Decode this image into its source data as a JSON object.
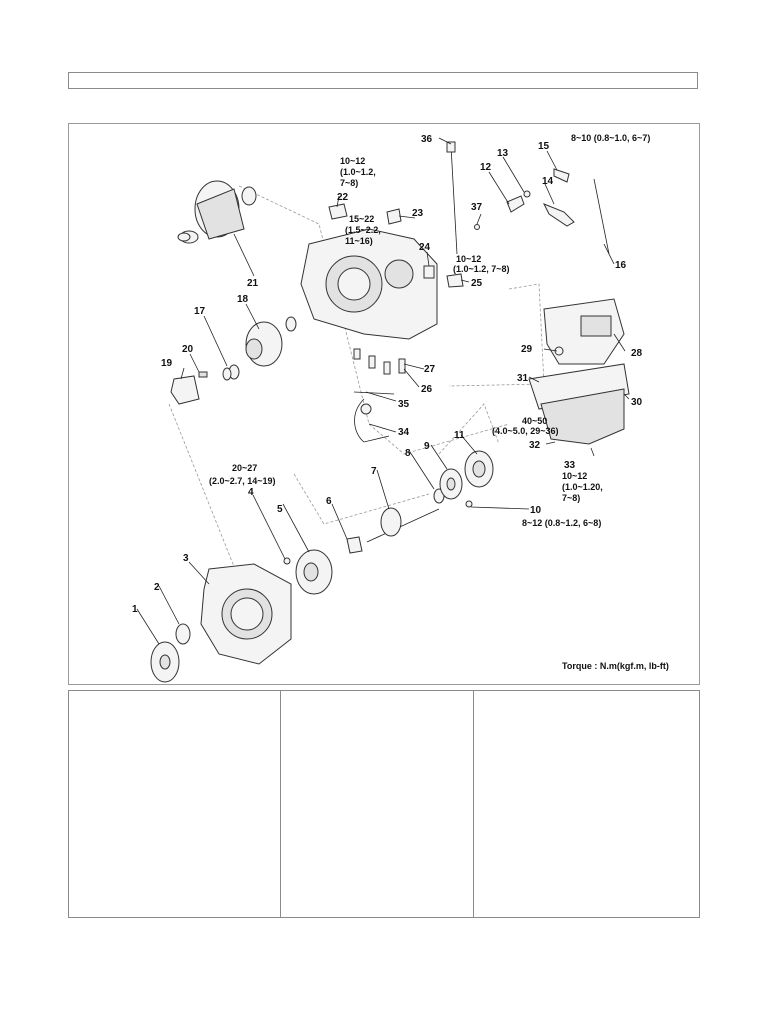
{
  "diagram": {
    "callouts": [
      "1",
      "2",
      "3",
      "4",
      "5",
      "6",
      "7",
      "8",
      "9",
      "10",
      "11",
      "12",
      "13",
      "14",
      "15",
      "16",
      "17",
      "18",
      "19",
      "20",
      "21",
      "22",
      "23",
      "24",
      "25",
      "26",
      "27",
      "28",
      "29",
      "30",
      "31",
      "32",
      "33",
      "34",
      "35",
      "36",
      "37"
    ],
    "torque_specs": {
      "t15": "8~10 (0.8~1.0, 6~7)",
      "t22a": "10~12",
      "t22b": "(1.0~1.2,",
      "t22c": "7~8)",
      "t23a": "15~22",
      "t23b": "(1.5~2.2,",
      "t23c": "11~16)",
      "t25a": "10~12",
      "t25b": "(1.0~1.2, 7~8)",
      "t30a": "40~50",
      "t30b": "(4.0~5.0, 29~36)",
      "t33a": "10~12",
      "t33b": "(1.0~1.20,",
      "t33c": "7~8)",
      "t4a": "20~27",
      "t4b": "(2.0~2.7, 14~19)",
      "t10": "8~12 (0.8~1.2, 6~8)"
    },
    "torque_note": "Torque : N.m(kgf.m, lb-ft)"
  }
}
